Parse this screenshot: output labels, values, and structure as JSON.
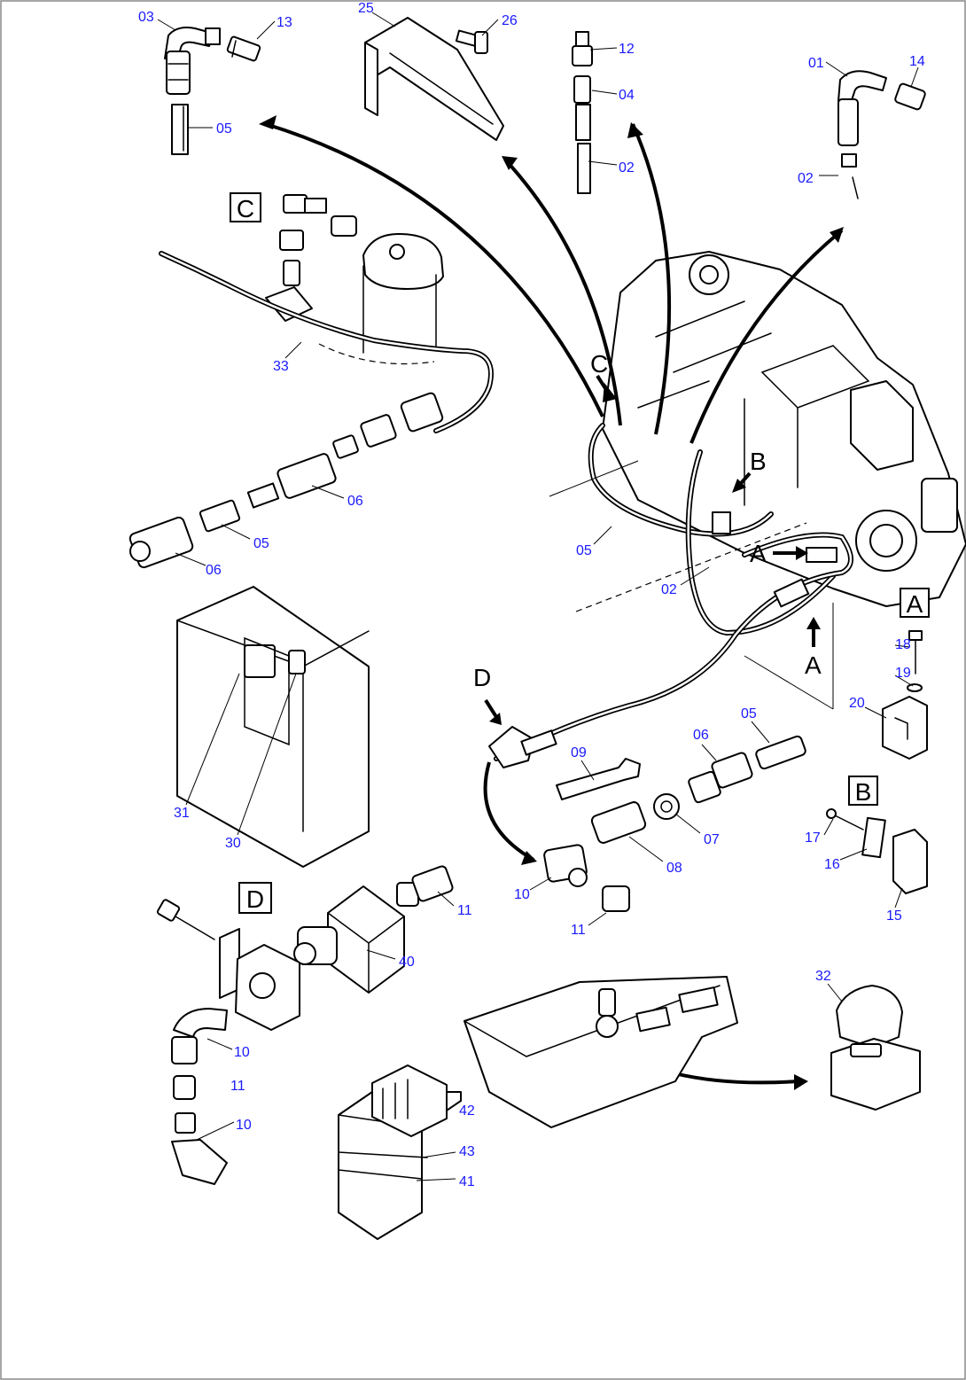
{
  "view_labels": {
    "A": "A",
    "B": "B",
    "C": "C",
    "D": "D"
  },
  "callouts": {
    "c01": "01",
    "c02a": "02",
    "c02b": "02",
    "c02c": "02",
    "c03": "03",
    "c04": "04",
    "c05a": "05",
    "c05b": "05",
    "c05c": "05",
    "c05d": "05",
    "c06a": "06",
    "c06b": "06",
    "c06c": "06",
    "c07": "07",
    "c08": "08",
    "c09": "09",
    "c10a": "10",
    "c10b": "10",
    "c10c": "10",
    "c11a": "11",
    "c11b": "11",
    "c11c": "11",
    "c12": "12",
    "c13": "13",
    "c14": "14",
    "c15": "15",
    "c16": "16",
    "c17": "17",
    "c18": "18",
    "c19": "19",
    "c20": "20",
    "c25": "25",
    "c26": "26",
    "c30": "30",
    "c31": "31",
    "c32": "32",
    "c33": "33",
    "c40": "40",
    "c41": "41",
    "c42": "42",
    "c43": "43"
  },
  "colors": {
    "callout": "#1a1aff",
    "line": "#000000",
    "background": "#ffffff"
  }
}
